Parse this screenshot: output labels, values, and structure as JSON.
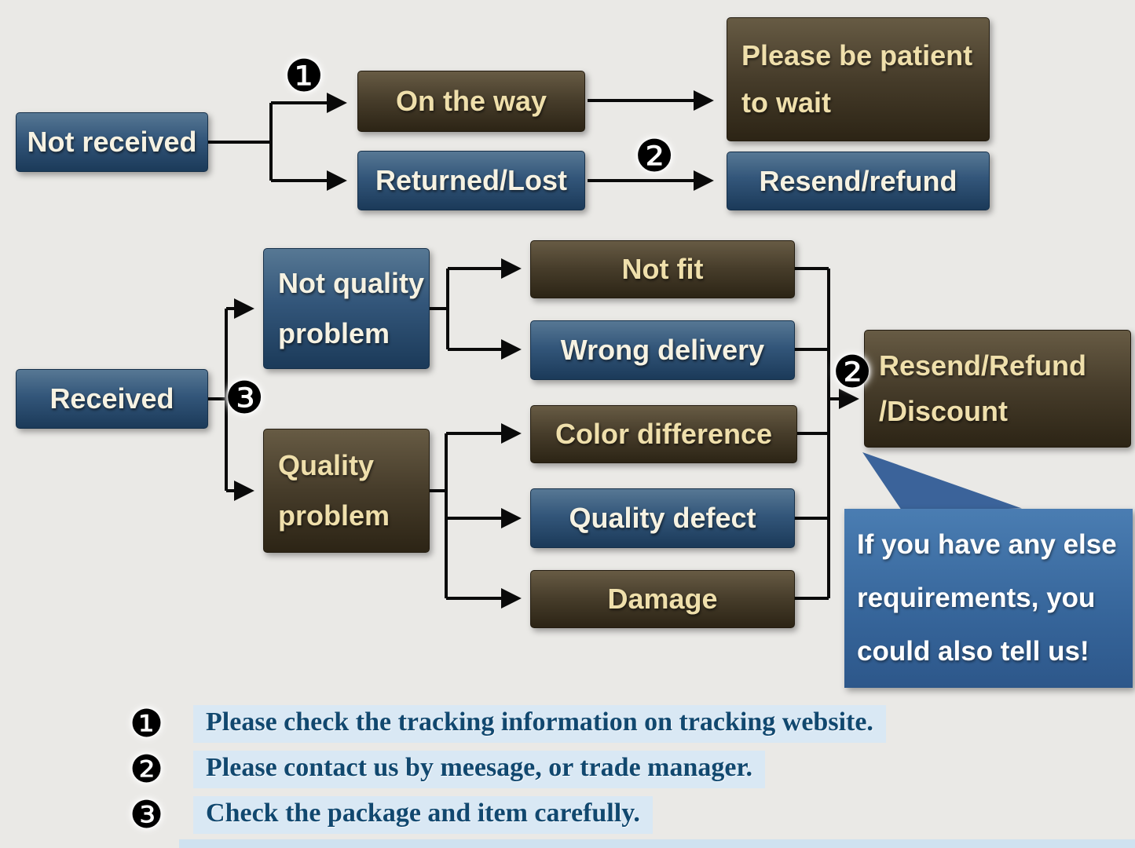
{
  "markers": {
    "n1": "❶",
    "n2": "❷",
    "n3": "❸"
  },
  "flow": {
    "not_received": "Not received",
    "on_the_way": "On the way",
    "returned_lost": "Returned/Lost",
    "be_patient_line1": "Please be patient",
    "be_patient_line2": "to wait",
    "resend_refund": "Resend/refund",
    "received": "Received",
    "not_quality_line1": "Not quality",
    "not_quality_line2": "problem",
    "quality_line1": "Quality",
    "quality_line2": "problem",
    "not_fit": "Not fit",
    "wrong_delivery": "Wrong delivery",
    "color_difference": "Color difference",
    "quality_defect": "Quality defect",
    "damage": "Damage",
    "outcome_line1": "Resend/Refund",
    "outcome_line2": "/Discount",
    "note_line1": "If you have any else",
    "note_line2": "requirements, you",
    "note_line3": "could also tell us!"
  },
  "legend": [
    {
      "num": "❶",
      "text": "Please check the tracking information on tracking website."
    },
    {
      "num": "❷",
      "text": "Please contact us by meesage, or trade manager."
    },
    {
      "num": "❸",
      "text": "Check the package and item carefully."
    }
  ],
  "colors": {
    "background": "#eae9e6",
    "blue_box": "#2f5377",
    "brown_box": "#403726",
    "note_box": "#3a679c",
    "legend_text": "#11486f",
    "legend_highlight": "#d9e8f4",
    "box_text_blue": "#f6f2e2",
    "box_text_brown": "#efdfab",
    "connector": "#0a0a0a"
  }
}
